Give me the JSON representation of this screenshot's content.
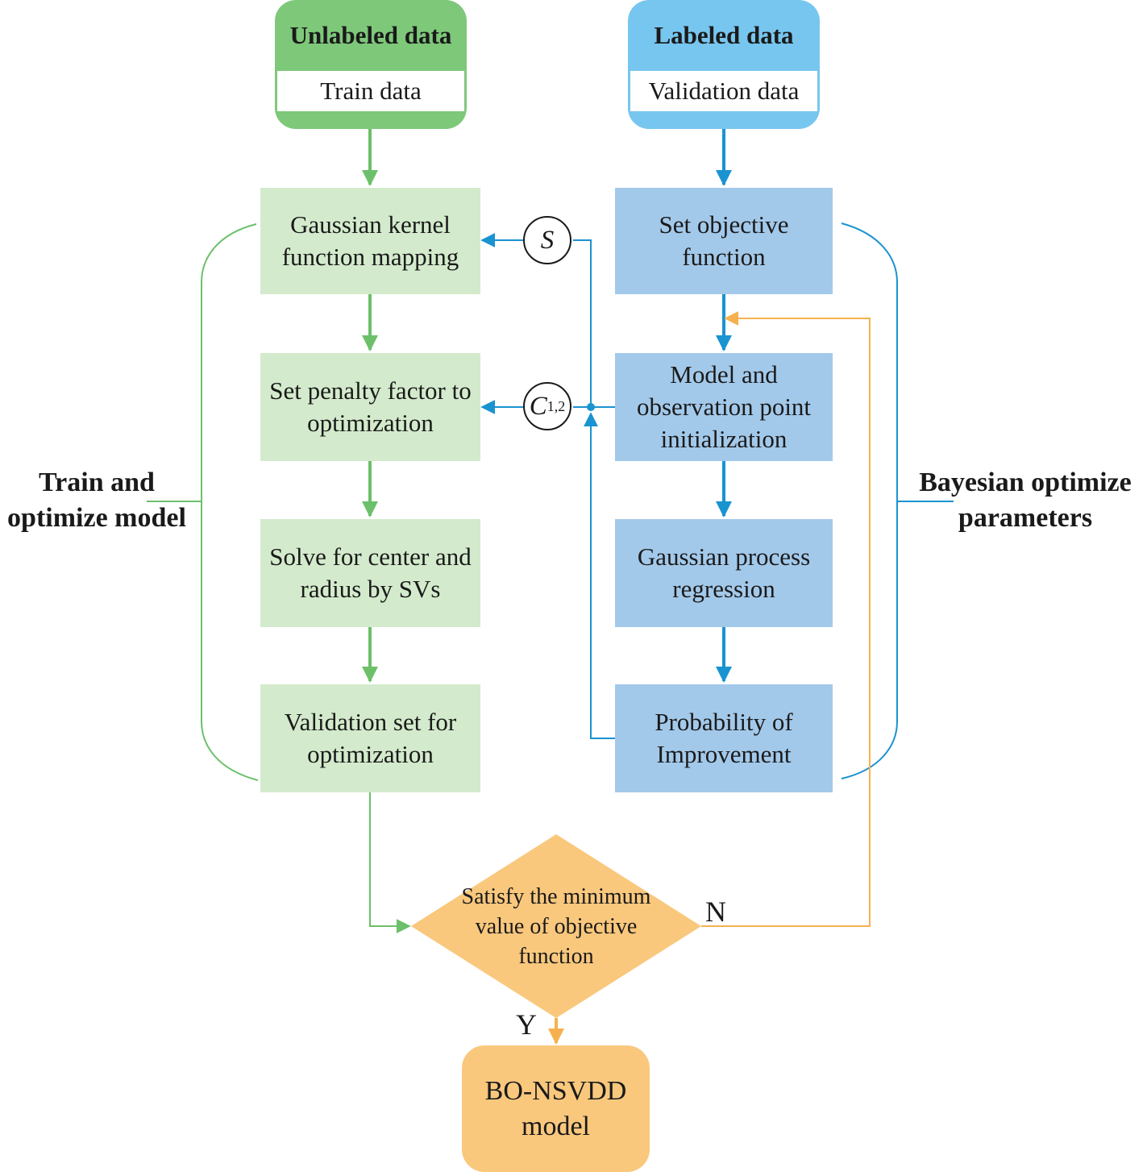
{
  "sources": {
    "unlabeled": {
      "title": "Unlabeled data",
      "subtitle": "Train data"
    },
    "labeled": {
      "title": "Labeled data",
      "subtitle": "Validation data"
    }
  },
  "train_steps": [
    "Gaussian kernel function mapping",
    "Set penalty factor to optimization",
    "Solve for center and radius by SVs",
    "Validation set for optimization"
  ],
  "bayes_steps": [
    "Set objective function",
    "Model and observation point initialization",
    "Gaussian process regression",
    "Probability of Improvement"
  ],
  "parameters": {
    "s": "S",
    "c": "C",
    "c_subscript": "1,2"
  },
  "group_labels": {
    "left": "Train and optimize model",
    "right": "Bayesian optimize parameters"
  },
  "decision": {
    "text": "Satisfy the minimum value of objective function",
    "no": "N",
    "yes": "Y"
  },
  "result": "BO-NSVDD model",
  "colors": {
    "green_header": "#7ec87a",
    "green_box": "#d3ebcc",
    "green_line": "#6cc06a",
    "blue_header": "#77c6ef",
    "blue_box": "#a3c9ea",
    "blue_line": "#1a93d1",
    "orange_fill": "#f9c87d",
    "orange_line": "#f5b14f"
  }
}
